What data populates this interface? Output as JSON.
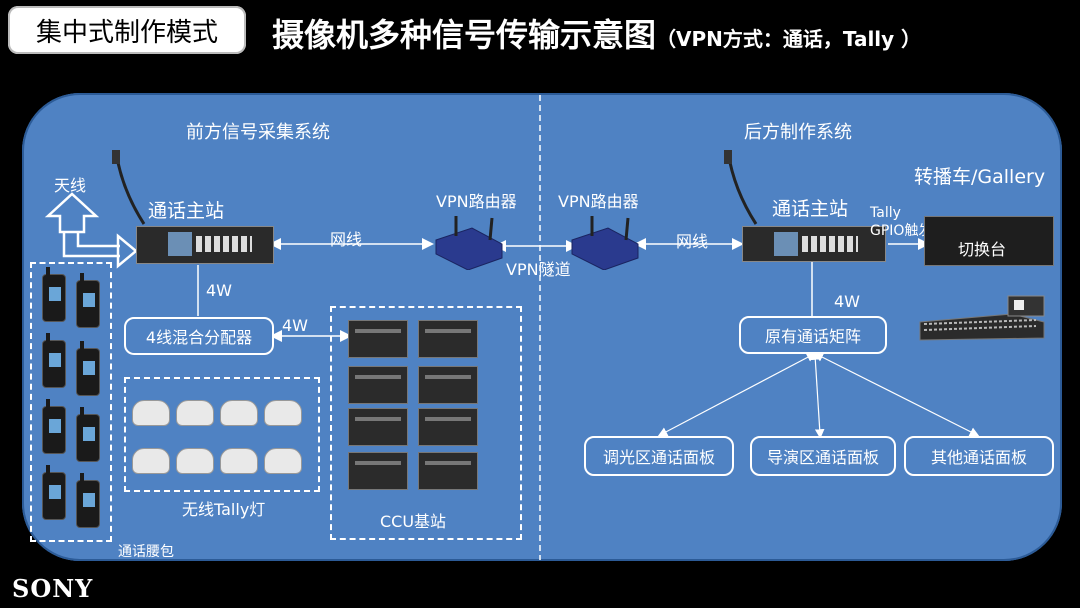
{
  "header": {
    "mode_label": "集中式制作模式",
    "title": "摄像机多种信号传输示意图",
    "subtitle": "（VPN方式：通话，Tally ）"
  },
  "front": {
    "section_title": "前方信号采集系统",
    "antenna_label": "天线",
    "intercom_main_label": "通话主站",
    "network_label": "网线",
    "vpn_router_label": "VPN路由器",
    "four_wire_label_1": "4W",
    "four_wire_label_2": "4W",
    "distributor_label": "4线混合分配器",
    "wireless_tally_label": "无线Tally灯",
    "ccu_label": "CCU基站",
    "beltpack_label": "通话腰包"
  },
  "tunnel_label": "VPN隧道",
  "rear": {
    "section_title": "后方制作系统",
    "ob_gallery_label": "转播车/Gallery",
    "intercom_main_label": "通话主站",
    "vpn_router_label": "VPN路由器",
    "network_label": "网线",
    "tally_label": "Tally",
    "gpio_label": "GPIO触发",
    "switcher_label": "切换台",
    "four_wire_label": "4W",
    "matrix_label": "原有通话矩阵",
    "panels": [
      "调光区通话面板",
      "导演区通话面板",
      "其他通话面板"
    ]
  },
  "footer": {
    "logo": "SONY"
  },
  "colors": {
    "panel_bg": "#4f82c3",
    "background": "#000000"
  }
}
